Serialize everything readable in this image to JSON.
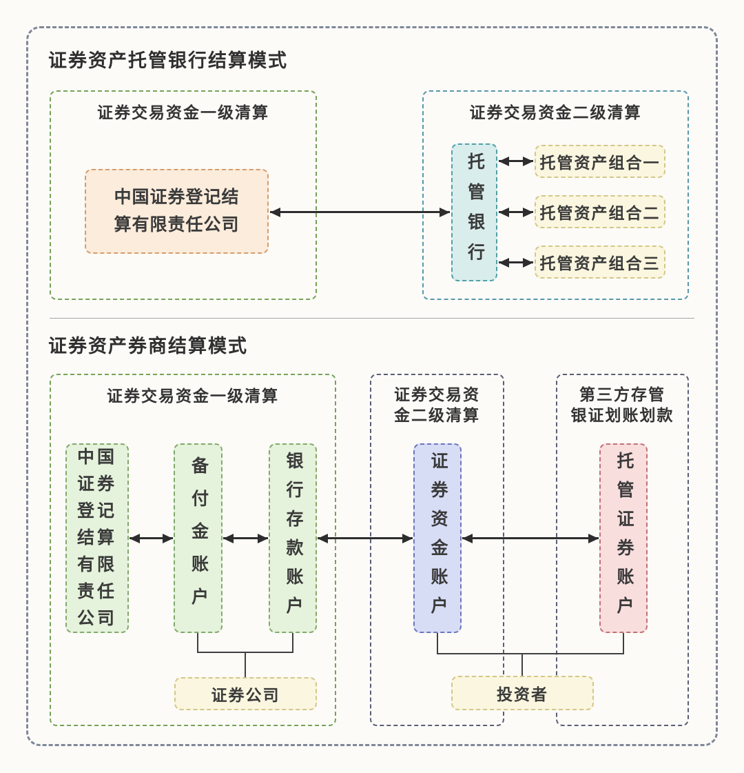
{
  "colors": {
    "page_background": "#fcfbf8",
    "outer_border": "#7e8698",
    "green_container_border": "#74a356",
    "teal_container_border": "#5897ac",
    "navy_container_border": "#595e75",
    "orange_fill": "#fbecdc",
    "orange_border": "#d69c6b",
    "cyan_fill": "#d9edec",
    "cyan_border": "#4fa0a6",
    "yellow_fill": "#faf6df",
    "yellow_border": "#d3c788",
    "green_fill": "#e5f2dc",
    "green_box_border": "#82a96a",
    "purple_fill": "#d8ddf6",
    "purple_border": "#6a75bb",
    "pink_fill": "#f9dede",
    "pink_border": "#c17173",
    "arrow": "#2d2d2d"
  },
  "custodian_section": {
    "title": "证券资产托管银行结算模式",
    "primary_clearing": {
      "label": "证券交易资金一级清算",
      "csdc_lines": [
        "中国证券登记结",
        "算有限责任公司"
      ]
    },
    "secondary_clearing": {
      "label": "证券交易资金二级清算",
      "custodian_bank": "托管银行",
      "portfolios": [
        "托管资产组合一",
        "托管资产组合二",
        "托管资产组合三"
      ]
    }
  },
  "broker_section": {
    "title": "证券资产券商结算模式",
    "primary_clearing": {
      "label": "证券交易资金一级清算",
      "csdc_lines": [
        "中国",
        "证券",
        "登记",
        "结算",
        "有限",
        "责任",
        "公司"
      ],
      "reserve_account": "备付金账户",
      "bank_deposit_account": "银行存款账户",
      "securities_company": "证券公司"
    },
    "secondary_clearing": {
      "label_lines": [
        "证券交易资",
        "金二级清算"
      ],
      "securities_fund_account": "证券资金账户"
    },
    "third_party_depository": {
      "label_lines": [
        "第三方存管",
        "银证划账划款"
      ],
      "custody_securities_account": "托管证券账户"
    },
    "investor": "投资者"
  }
}
